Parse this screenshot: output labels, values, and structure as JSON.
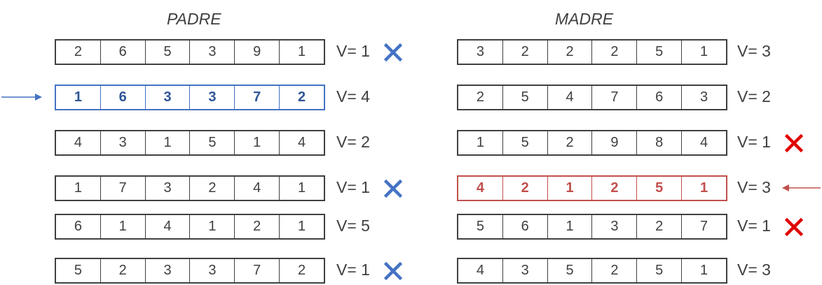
{
  "padre": {
    "title": "PADRE",
    "rows": [
      {
        "values": [
          "2",
          "6",
          "5",
          "3",
          "9",
          "1"
        ],
        "fitness": "V= 1",
        "rejected": true,
        "selected": false
      },
      {
        "values": [
          "1",
          "6",
          "3",
          "3",
          "7",
          "2"
        ],
        "fitness": "V= 4",
        "rejected": false,
        "selected": true
      },
      {
        "values": [
          "4",
          "3",
          "1",
          "5",
          "1",
          "4"
        ],
        "fitness": "V= 2",
        "rejected": false,
        "selected": false
      },
      {
        "values": [
          "1",
          "7",
          "3",
          "2",
          "4",
          "1"
        ],
        "fitness": "V= 1",
        "rejected": true,
        "selected": false
      },
      {
        "values": [
          "6",
          "1",
          "4",
          "1",
          "2",
          "1"
        ],
        "fitness": "V= 5",
        "rejected": false,
        "selected": false
      },
      {
        "values": [
          "5",
          "2",
          "3",
          "3",
          "7",
          "2"
        ],
        "fitness": "V= 1",
        "rejected": true,
        "selected": false
      }
    ]
  },
  "madre": {
    "title": "MADRE",
    "rows": [
      {
        "values": [
          "3",
          "2",
          "2",
          "2",
          "5",
          "1"
        ],
        "fitness": "V= 3",
        "rejected": false,
        "selected": false
      },
      {
        "values": [
          "2",
          "5",
          "4",
          "7",
          "6",
          "3"
        ],
        "fitness": "V= 2",
        "rejected": false,
        "selected": false
      },
      {
        "values": [
          "1",
          "5",
          "2",
          "9",
          "8",
          "4"
        ],
        "fitness": "V= 1",
        "rejected": true,
        "selected": false
      },
      {
        "values": [
          "4",
          "2",
          "1",
          "2",
          "5",
          "1"
        ],
        "fitness": "V= 3",
        "rejected": false,
        "selected": true
      },
      {
        "values": [
          "5",
          "6",
          "1",
          "3",
          "2",
          "7"
        ],
        "fitness": "V= 1",
        "rejected": true,
        "selected": false
      },
      {
        "values": [
          "4",
          "3",
          "5",
          "2",
          "5",
          "1"
        ],
        "fitness": "V= 3",
        "rejected": false,
        "selected": false
      }
    ]
  },
  "colors": {
    "padre_accent": "#4472c4",
    "madre_accent": "#c0504d",
    "padre_reject_mark": "#4472c4",
    "madre_reject_mark": "#e00000",
    "neutral": "#404040"
  },
  "icons": {
    "reject": "x-mark-icon",
    "selection": "arrow-icon"
  }
}
